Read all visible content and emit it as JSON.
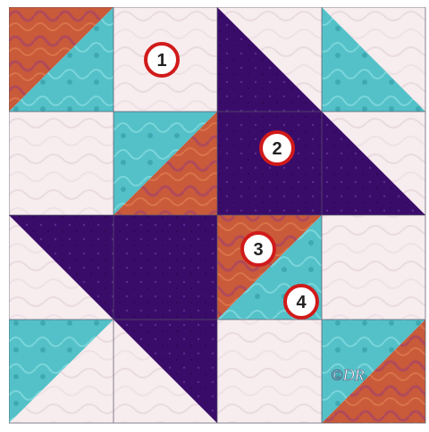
{
  "block": {
    "colors": {
      "background": "#f7ecee",
      "purple": "#3a0c6a",
      "teal": "#54c1c8",
      "orange": "#c95a3a",
      "seam": "#555566"
    },
    "badges": [
      "1",
      "2",
      "3",
      "4"
    ],
    "watermark": "©DR"
  }
}
